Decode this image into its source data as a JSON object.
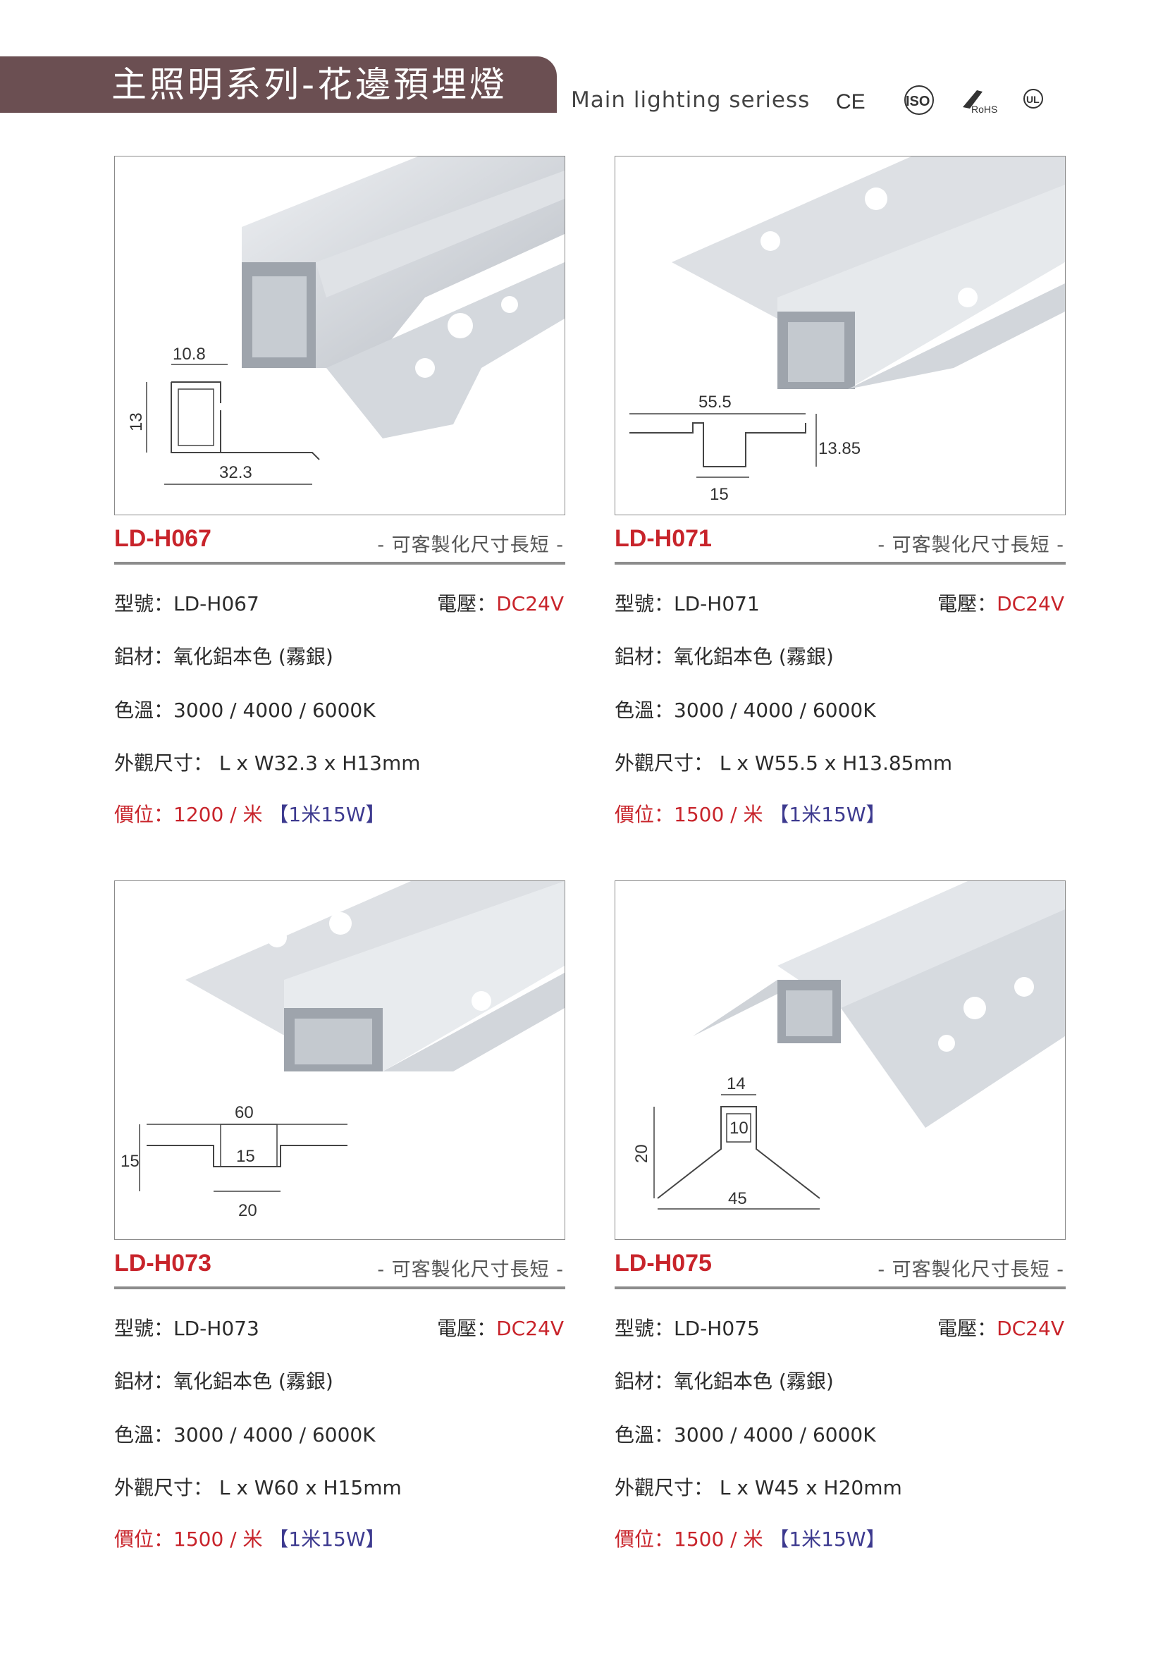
{
  "header": {
    "title": "主照明系列-花邊預埋燈",
    "subtitle": "Main lighting seriess",
    "certifications": [
      "CE",
      "ISO",
      "RoHS",
      "UL"
    ]
  },
  "products": [
    {
      "model": "LD-H067",
      "custom_note": "- 可客製化尺寸長短 -",
      "type_label": "型號：LD-H067",
      "voltage_label": "電壓：",
      "voltage_value": "DC24V",
      "material": "鋁材：氧化鋁本色 (霧銀)",
      "color_temp": "色溫：3000 / 4000 / 6000K",
      "dimensions": "外觀尺寸： L x W32.3 x H13mm",
      "price": "價位：1200 / 米",
      "power": "【1米15W】",
      "drawing_dims": [
        "10.8",
        "13",
        "32.3"
      ]
    },
    {
      "model": "LD-H071",
      "custom_note": "- 可客製化尺寸長短 -",
      "type_label": "型號：LD-H071",
      "voltage_label": "電壓：",
      "voltage_value": "DC24V",
      "material": "鋁材：氧化鋁本色 (霧銀)",
      "color_temp": "色溫：3000 / 4000 / 6000K",
      "dimensions": "外觀尺寸： L x W55.5 x H13.85mm",
      "price": "價位：1500 / 米",
      "power": "【1米15W】",
      "drawing_dims": [
        "55.5",
        "13.85",
        "15"
      ]
    },
    {
      "model": "LD-H073",
      "custom_note": "- 可客製化尺寸長短 -",
      "type_label": "型號：LD-H073",
      "voltage_label": "電壓：",
      "voltage_value": "DC24V",
      "material": "鋁材：氧化鋁本色 (霧銀)",
      "color_temp": "色溫：3000 / 4000 / 6000K",
      "dimensions": "外觀尺寸： L x W60 x H15mm",
      "price": "價位：1500 / 米",
      "power": "【1米15W】",
      "drawing_dims": [
        "60",
        "15",
        "15",
        "20"
      ]
    },
    {
      "model": "LD-H075",
      "custom_note": "- 可客製化尺寸長短 -",
      "type_label": "型號：LD-H075",
      "voltage_label": "電壓：",
      "voltage_value": "DC24V",
      "material": "鋁材：氧化鋁本色 (霧銀)",
      "color_temp": "色溫：3000 / 4000 / 6000K",
      "dimensions": "外觀尺寸： L x W45 x H20mm",
      "price": "價位：1500 / 米",
      "power": "【1米15W】",
      "drawing_dims": [
        "14",
        "10",
        "20",
        "45"
      ]
    }
  ],
  "colors": {
    "header_band": "#6b4f52",
    "accent_red": "#c8242b",
    "accent_blue": "#3d3a8f"
  }
}
